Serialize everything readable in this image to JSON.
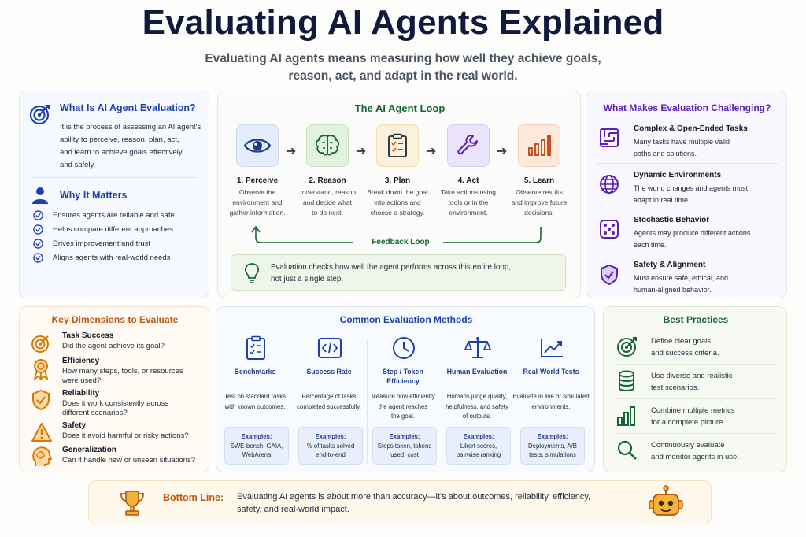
{
  "header": {
    "title": "Evaluating AI Agents Explained",
    "subtitle_line1": "Evaluating AI agents means measuring how well they achieve goals,",
    "subtitle_line2": "reason, act, and adapt in the real world."
  },
  "what_is": {
    "title": "What Is AI Agent Evaluation?",
    "body": [
      "It is the process of assessing an AI agent's",
      "ability to perceive, reason, plan, act,",
      "and learn to achieve goals effectively",
      "and safely."
    ]
  },
  "why": {
    "title": "Why It Matters",
    "items": [
      "Ensures agents are reliable and safe",
      "Helps compare different approaches",
      "Drives improvement and trust",
      "Aligns agents with real-world needs"
    ]
  },
  "loop": {
    "title": "The AI Agent Loop",
    "steps": [
      {
        "label": "1. Perceive",
        "desc1": "Observe the",
        "desc2": "environment and",
        "desc3": "gather information.",
        "icon": "eye-icon",
        "color": "#e3edfb"
      },
      {
        "label": "2. Reason",
        "desc1": "Understand, reason,",
        "desc2": "and decide what",
        "desc3": "to do next.",
        "icon": "brain-icon",
        "color": "#e3f1df"
      },
      {
        "label": "3. Plan",
        "desc1": "Break down the goal",
        "desc2": "into actions and",
        "desc3": "choose a strategy.",
        "icon": "checklist-icon",
        "color": "#fdf1dc"
      },
      {
        "label": "4. Act",
        "desc1": "Take actions using",
        "desc2": "tools or in the",
        "desc3": "environment.",
        "icon": "wrench-icon",
        "color": "#ece4fb"
      },
      {
        "label": "5. Learn",
        "desc1": "Observe results",
        "desc2": "and improve future",
        "desc3": "decisions.",
        "icon": "bar-chart-icon",
        "color": "#fde8dc"
      }
    ],
    "feedback": "Feedback Loop",
    "note_line1": "Evaluation checks how well the agent performs across this entire loop,",
    "note_line2": "not just a single step."
  },
  "challenges": {
    "title": "What Makes Evaluation Challenging?",
    "items": [
      {
        "title": "Complex & Open-Ended Tasks",
        "d1": "Many tasks have multiple valid",
        "d2": "paths and solutions.",
        "icon": "maze-icon"
      },
      {
        "title": "Dynamic Environments",
        "d1": "The world changes and agents must",
        "d2": "adapt in real time.",
        "icon": "globe-icon"
      },
      {
        "title": "Stochastic Behavior",
        "d1": "Agents may produce different actions",
        "d2": "each time.",
        "icon": "dice-icon"
      },
      {
        "title": "Safety & Alignment",
        "d1": "Must ensure safe, ethical, and",
        "d2": "human-aligned behavior.",
        "icon": "shield-check-icon"
      }
    ]
  },
  "dimensions": {
    "title": "Key Dimensions to Evaluate",
    "items": [
      {
        "title": "Task Success",
        "d1": "Did the agent achieve its goal?",
        "d2": "",
        "icon": "target-icon"
      },
      {
        "title": "Efficiency",
        "d1": "How many steps, tools, or resources",
        "d2": "were used?",
        "icon": "award-ribbon-icon"
      },
      {
        "title": "Reliability",
        "d1": "Does it work consistently across",
        "d2": "different scenarios?",
        "icon": "shield-check-icon"
      },
      {
        "title": "Safety",
        "d1": "Does it avoid harmful or risky actions?",
        "d2": "",
        "icon": "warning-icon"
      },
      {
        "title": "Generalization",
        "d1": "Can it handle new or unseen situations?",
        "d2": "",
        "icon": "head-brain-icon"
      }
    ]
  },
  "methods": {
    "title": "Common Evaluation Methods",
    "examples_label": "Examples:",
    "items": [
      {
        "title1": "Benchmarks",
        "title2": "",
        "d1": "Test on standard tasks",
        "d2": "with known outcomes.",
        "d3": "",
        "ex1": "SWE-bench, GAIA,",
        "ex2": "WebArena",
        "icon": "clipboard-list-icon"
      },
      {
        "title1": "Success Rate",
        "title2": "",
        "d1": "Percentage of tasks",
        "d2": "completed successfully.",
        "d3": "",
        "ex1": "% of tasks solved",
        "ex2": "end-to-end",
        "icon": "code-icon"
      },
      {
        "title1": "Step / Token",
        "title2": "Efficiency",
        "d1": "Measure how efficiently",
        "d2": "the agent reaches",
        "d3": "the goal.",
        "ex1": "Steps taken, tokens",
        "ex2": "used, cost",
        "icon": "clock-icon"
      },
      {
        "title1": "Human Evaluation",
        "title2": "",
        "d1": "Humans judge quality,",
        "d2": "helpfulness, and safety",
        "d3": "of outputs.",
        "ex1": "Likert scores,",
        "ex2": "pairwise ranking",
        "icon": "scale-icon"
      },
      {
        "title1": "Real-World Tests",
        "title2": "",
        "d1": "Evaluate in live or simulated",
        "d2": "environments.",
        "d3": "",
        "ex1": "Deployments, A/B",
        "ex2": "tests, simulations",
        "icon": "trend-chart-icon"
      }
    ]
  },
  "best": {
    "title": "Best Practices",
    "items": [
      {
        "l1": "Define clear goals",
        "l2": "and success criteria.",
        "icon": "target-icon"
      },
      {
        "l1": "Use diverse and realistic",
        "l2": "test scenarios.",
        "icon": "database-icon"
      },
      {
        "l1": "Combine multiple metrics",
        "l2": "for a complete picture.",
        "icon": "bar-chart-icon"
      },
      {
        "l1": "Continuously evaluate",
        "l2": "and monitor agents in use.",
        "icon": "search-icon"
      }
    ]
  },
  "bottom": {
    "label": "Bottom Line:",
    "line1": "Evaluating AI agents is about more than accuracy—it's about outcomes, reliability, efficiency,",
    "line2": "safety, and real-world impact."
  },
  "colors": {
    "navy": "#101a3d",
    "blue": "#1e40af",
    "green": "#166534",
    "purple": "#5b21b6",
    "orange": "#c2570c"
  }
}
